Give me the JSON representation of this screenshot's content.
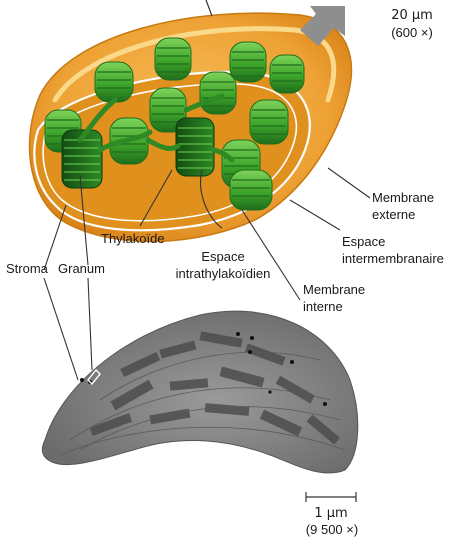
{
  "top_scale": {
    "length": "20 µm",
    "magnification": "(600 ×)"
  },
  "bottom_scale": {
    "length": "1 µm",
    "magnification": "(9 500 ×)"
  },
  "labels": {
    "membrane_externe": [
      "Membrane",
      "externe"
    ],
    "espace_intermembranaire": [
      "Espace",
      "intermembranaire"
    ],
    "membrane_interne": [
      "Membrane",
      "interne"
    ],
    "espace_intrathylakoidien": [
      "Espace",
      "intrathylakoïdien"
    ],
    "thylakoide": "Thylakoïde",
    "stroma": "Stroma",
    "granum": "Granum"
  },
  "colors": {
    "outer_envelope": "#f0ac3a",
    "envelope_highlight": "#fbd98a",
    "stroma_fill": "#e8961f",
    "grana_green": "#3ea52a",
    "grana_dark": "#1f6d1c",
    "micrograph_gray": "#7d7d7d",
    "leader_line": "#333333"
  }
}
